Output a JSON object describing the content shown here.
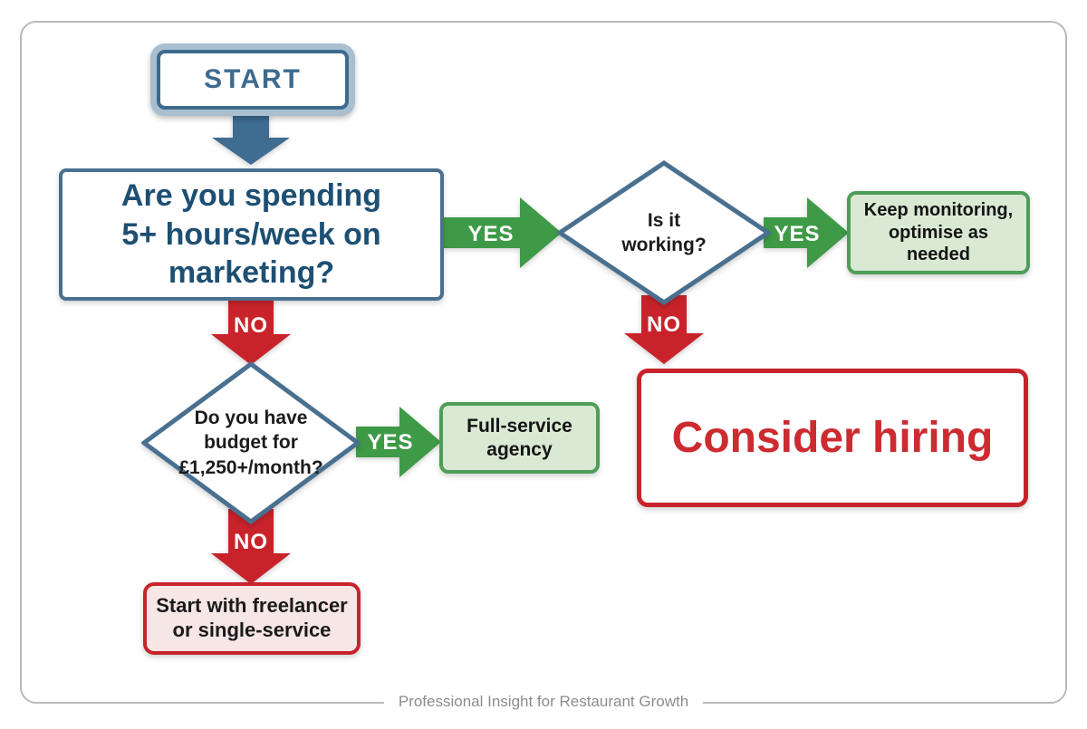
{
  "nodes": {
    "start": {
      "label": "START"
    },
    "question_hours": {
      "text": "Are you spending\n5+ hours/week on\nmarketing?"
    },
    "decision_working": {
      "text": "Is it\nworking?"
    },
    "outcome_monitor": {
      "text": "Keep monitoring,\noptimise as\nneeded"
    },
    "outcome_hire": {
      "text": "Consider hiring"
    },
    "decision_budget": {
      "text": "Do you have\nbudget for\n£1,250+/month?"
    },
    "outcome_agency": {
      "text": "Full-service\nagency"
    },
    "outcome_freelancer": {
      "text": "Start with freelancer\nor single-service"
    }
  },
  "edges": {
    "hours_yes": "YES",
    "hours_no": "NO",
    "working_yes": "YES",
    "working_no": "NO",
    "budget_yes": "YES",
    "budget_no": "NO"
  },
  "footer": {
    "caption": "Professional Insight for Restaurant Growth"
  },
  "colors": {
    "steel_blue": "#3e6a8e",
    "steel_blue_light": "#a9bfd0",
    "box_border_blue": "#4a7090",
    "question_text_blue": "#1d4f73",
    "yes_green": "#3f9a47",
    "green_fill": "#d9e9d4",
    "green_border": "#4f9d58",
    "no_red": "#c8232b",
    "red_fill": "#f7e6e6",
    "red_text": "#cc2b30",
    "frame_gray": "#b9b9b9",
    "footer_gray": "#8c8c8c"
  }
}
